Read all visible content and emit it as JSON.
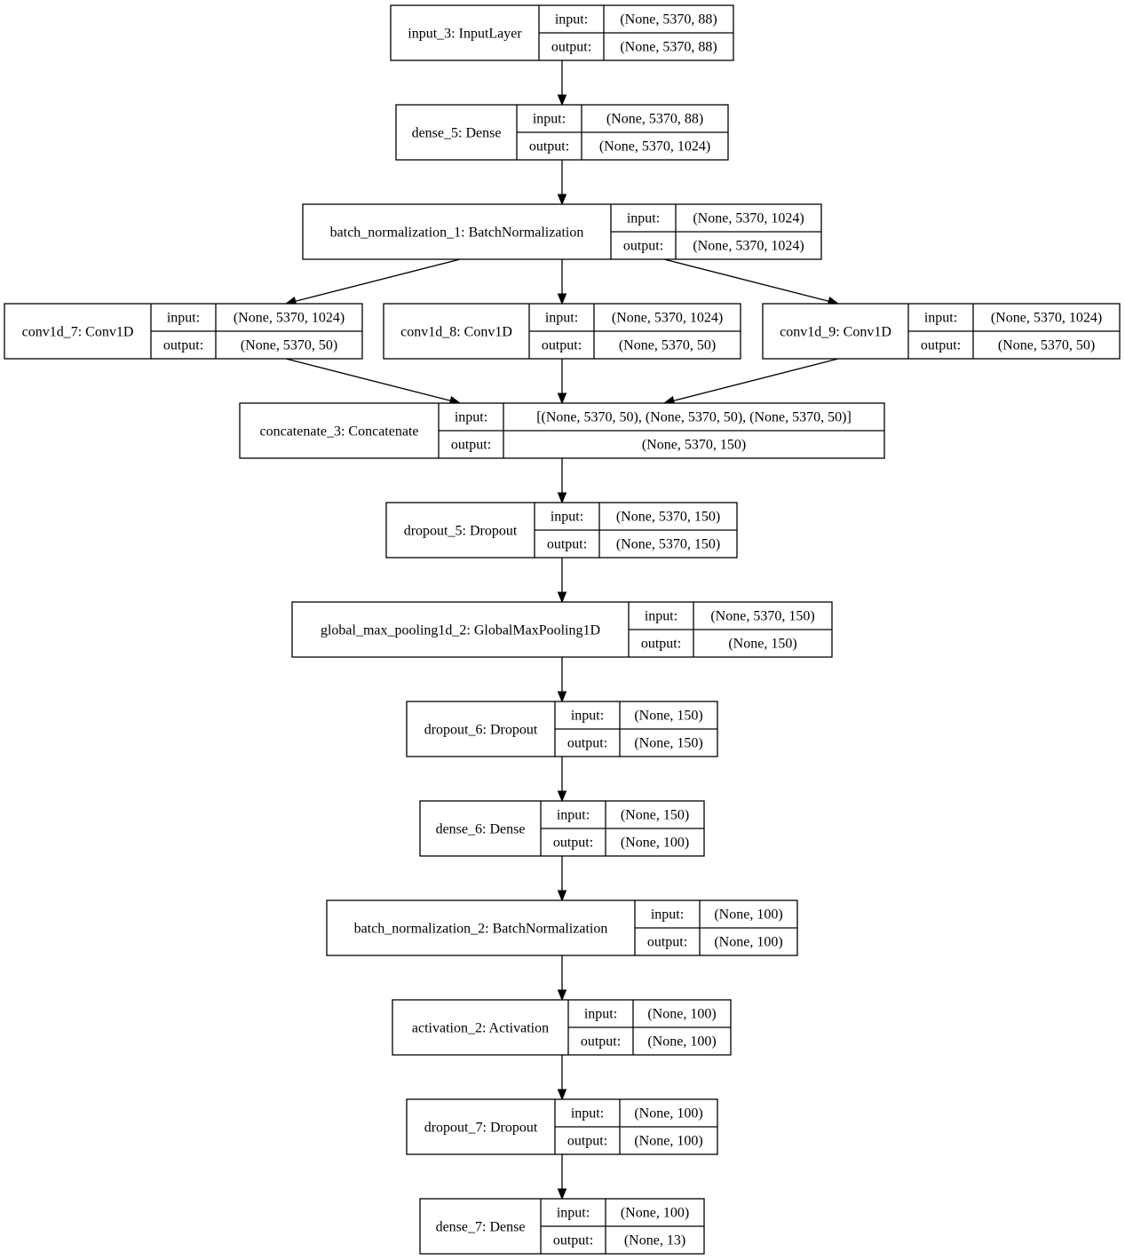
{
  "labels": {
    "input": "input:",
    "output": "output:"
  },
  "nodes": [
    {
      "id": "n1",
      "name": "input_3: InputLayer",
      "input": "(None, 5370, 88)",
      "output": "(None, 5370, 88)"
    },
    {
      "id": "n2",
      "name": "dense_5: Dense",
      "input": "(None, 5370, 88)",
      "output": "(None, 5370, 1024)"
    },
    {
      "id": "n3",
      "name": "batch_normalization_1: BatchNormalization",
      "input": "(None, 5370, 1024)",
      "output": "(None, 5370, 1024)"
    },
    {
      "id": "n4",
      "name": "conv1d_7: Conv1D",
      "input": "(None, 5370, 1024)",
      "output": "(None, 5370, 50)"
    },
    {
      "id": "n5",
      "name": "conv1d_8: Conv1D",
      "input": "(None, 5370, 1024)",
      "output": "(None, 5370, 50)"
    },
    {
      "id": "n6",
      "name": "conv1d_9: Conv1D",
      "input": "(None, 5370, 1024)",
      "output": "(None, 5370, 50)"
    },
    {
      "id": "n7",
      "name": "concatenate_3: Concatenate",
      "input": "[(None, 5370, 50), (None, 5370, 50), (None, 5370, 50)]",
      "output": "(None, 5370, 150)"
    },
    {
      "id": "n8",
      "name": "dropout_5: Dropout",
      "input": "(None, 5370, 150)",
      "output": "(None, 5370, 150)"
    },
    {
      "id": "n9",
      "name": "global_max_pooling1d_2: GlobalMaxPooling1D",
      "input": "(None, 5370, 150)",
      "output": "(None, 150)"
    },
    {
      "id": "n10",
      "name": "dropout_6: Dropout",
      "input": "(None, 150)",
      "output": "(None, 150)"
    },
    {
      "id": "n11",
      "name": "dense_6: Dense",
      "input": "(None, 150)",
      "output": "(None, 100)"
    },
    {
      "id": "n12",
      "name": "batch_normalization_2: BatchNormalization",
      "input": "(None, 100)",
      "output": "(None, 100)"
    },
    {
      "id": "n13",
      "name": "activation_2: Activation",
      "input": "(None, 100)",
      "output": "(None, 100)"
    },
    {
      "id": "n14",
      "name": "dropout_7: Dropout",
      "input": "(None, 100)",
      "output": "(None, 100)"
    },
    {
      "id": "n15",
      "name": "dense_7: Dense",
      "input": "(None, 100)",
      "output": "(None, 13)"
    }
  ],
  "edges": [
    [
      "n1",
      "n2"
    ],
    [
      "n2",
      "n3"
    ],
    [
      "n3",
      "n4"
    ],
    [
      "n3",
      "n5"
    ],
    [
      "n3",
      "n6"
    ],
    [
      "n4",
      "n7"
    ],
    [
      "n5",
      "n7"
    ],
    [
      "n6",
      "n7"
    ],
    [
      "n7",
      "n8"
    ],
    [
      "n8",
      "n9"
    ],
    [
      "n9",
      "n10"
    ],
    [
      "n10",
      "n11"
    ],
    [
      "n11",
      "n12"
    ],
    [
      "n12",
      "n13"
    ],
    [
      "n13",
      "n14"
    ],
    [
      "n14",
      "n15"
    ]
  ]
}
